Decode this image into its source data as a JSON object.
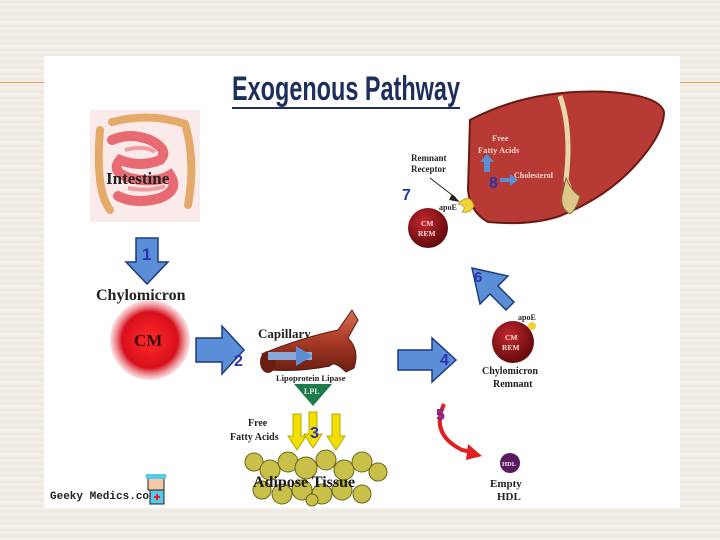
{
  "title": "Exogenous Pathway",
  "brand": "Geeky Medics.com",
  "labels": {
    "intestine": "Intestine",
    "chylomicron": "Chylomicron",
    "cm": "CM",
    "capillary": "Capillary",
    "lpl_name": "Lipoprotein Lipase",
    "lpl": "LPL",
    "free_fa_bottom": [
      "Free",
      "Fatty Acids"
    ],
    "adipose": "Adipose Tissue",
    "chylo_remnant": [
      "Chylomicron",
      "Remnant"
    ],
    "apoe": "apoE",
    "cm_rem": [
      "CM",
      "REM"
    ],
    "hdl": "HDL",
    "empty_hdl": [
      "Empty",
      "HDL"
    ],
    "remnant_receptor": [
      "Remnant",
      "Receptor"
    ],
    "free_fa_liver": [
      "Free",
      "Fatty Acids"
    ],
    "cholesterol": "Cholesterol"
  },
  "steps": [
    "1",
    "2",
    "3",
    "4",
    "5",
    "6",
    "7",
    "8"
  ],
  "colors": {
    "title": "#1f2f5c",
    "arrow_fill": "#5a8fd8",
    "step_number": "#2a33b0",
    "chylomicron": "#d8101c",
    "liver": "#b83a34",
    "remnant": "#8a1418",
    "hdl": "#5a1a5e",
    "lpl": "#1e7a4a",
    "fatty_acid_arrow": "#f2e000",
    "adipose": "#c9c04a",
    "accent_line": "#e8a050"
  }
}
